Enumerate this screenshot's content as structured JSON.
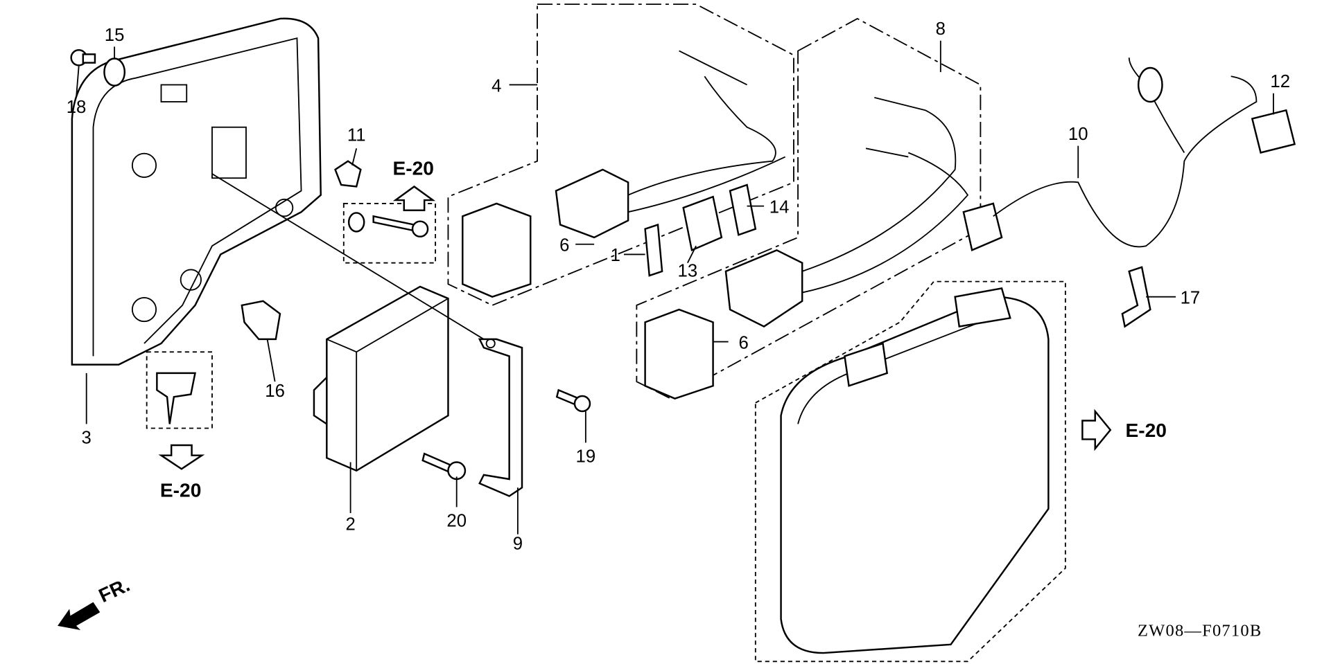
{
  "diagram": {
    "parts": [
      {
        "id": "1",
        "label": "1"
      },
      {
        "id": "2",
        "label": "2"
      },
      {
        "id": "3",
        "label": "3"
      },
      {
        "id": "4",
        "label": "4"
      },
      {
        "id": "6a",
        "label": "6"
      },
      {
        "id": "6b",
        "label": "6"
      },
      {
        "id": "8",
        "label": "8"
      },
      {
        "id": "9",
        "label": "9"
      },
      {
        "id": "10",
        "label": "10"
      },
      {
        "id": "11",
        "label": "11"
      },
      {
        "id": "12",
        "label": "12"
      },
      {
        "id": "13",
        "label": "13"
      },
      {
        "id": "14",
        "label": "14"
      },
      {
        "id": "15",
        "label": "15"
      },
      {
        "id": "16",
        "label": "16"
      },
      {
        "id": "17",
        "label": "17"
      },
      {
        "id": "18",
        "label": "18"
      },
      {
        "id": "19",
        "label": "19"
      },
      {
        "id": "20",
        "label": "20"
      }
    ],
    "references": [
      "E-20",
      "E-20",
      "E-20"
    ],
    "front_marker": "FR.",
    "drawing_code": "ZW08—F0710B"
  }
}
